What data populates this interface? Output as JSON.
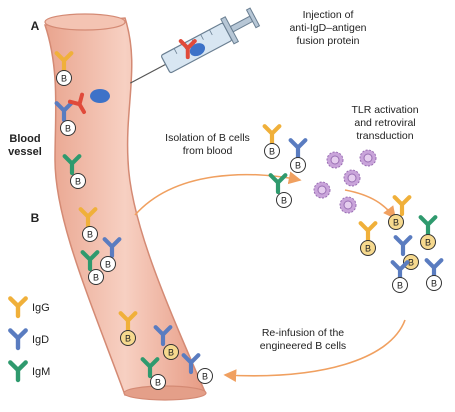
{
  "panel_labels": {
    "a": "A",
    "b": "B"
  },
  "vessel_label": {
    "line1": "Blood",
    "line2": "vessel"
  },
  "annotations": {
    "injection": {
      "line1": "Injection of",
      "line2": "anti-IgD–antigen",
      "line3": "fusion protein"
    },
    "isolation": {
      "line1": "Isolation of B cells",
      "line2": "from blood"
    },
    "tlr": {
      "line1": "TLR activation",
      "line2": "and retroviral",
      "line3": "transduction"
    },
    "reinfusion": {
      "line1": "Re-infusion of the",
      "line2": "engineered B cells"
    }
  },
  "cell_letter": "B",
  "legend": [
    {
      "name": "IgG",
      "color": "#f0b03a"
    },
    {
      "name": "IgD",
      "color": "#5a7cc0"
    },
    {
      "name": "IgM",
      "color": "#2f9a6e"
    }
  ],
  "colors": {
    "vessel_fill": "#f2b9a4",
    "vessel_edge": "#d98a72",
    "arrow": "#f0a060",
    "virus": "#b487c9",
    "engineered_cell": "#f6d98e",
    "fusion_protein": "#3d72c8",
    "antigen_tag": "#e04a3a"
  }
}
